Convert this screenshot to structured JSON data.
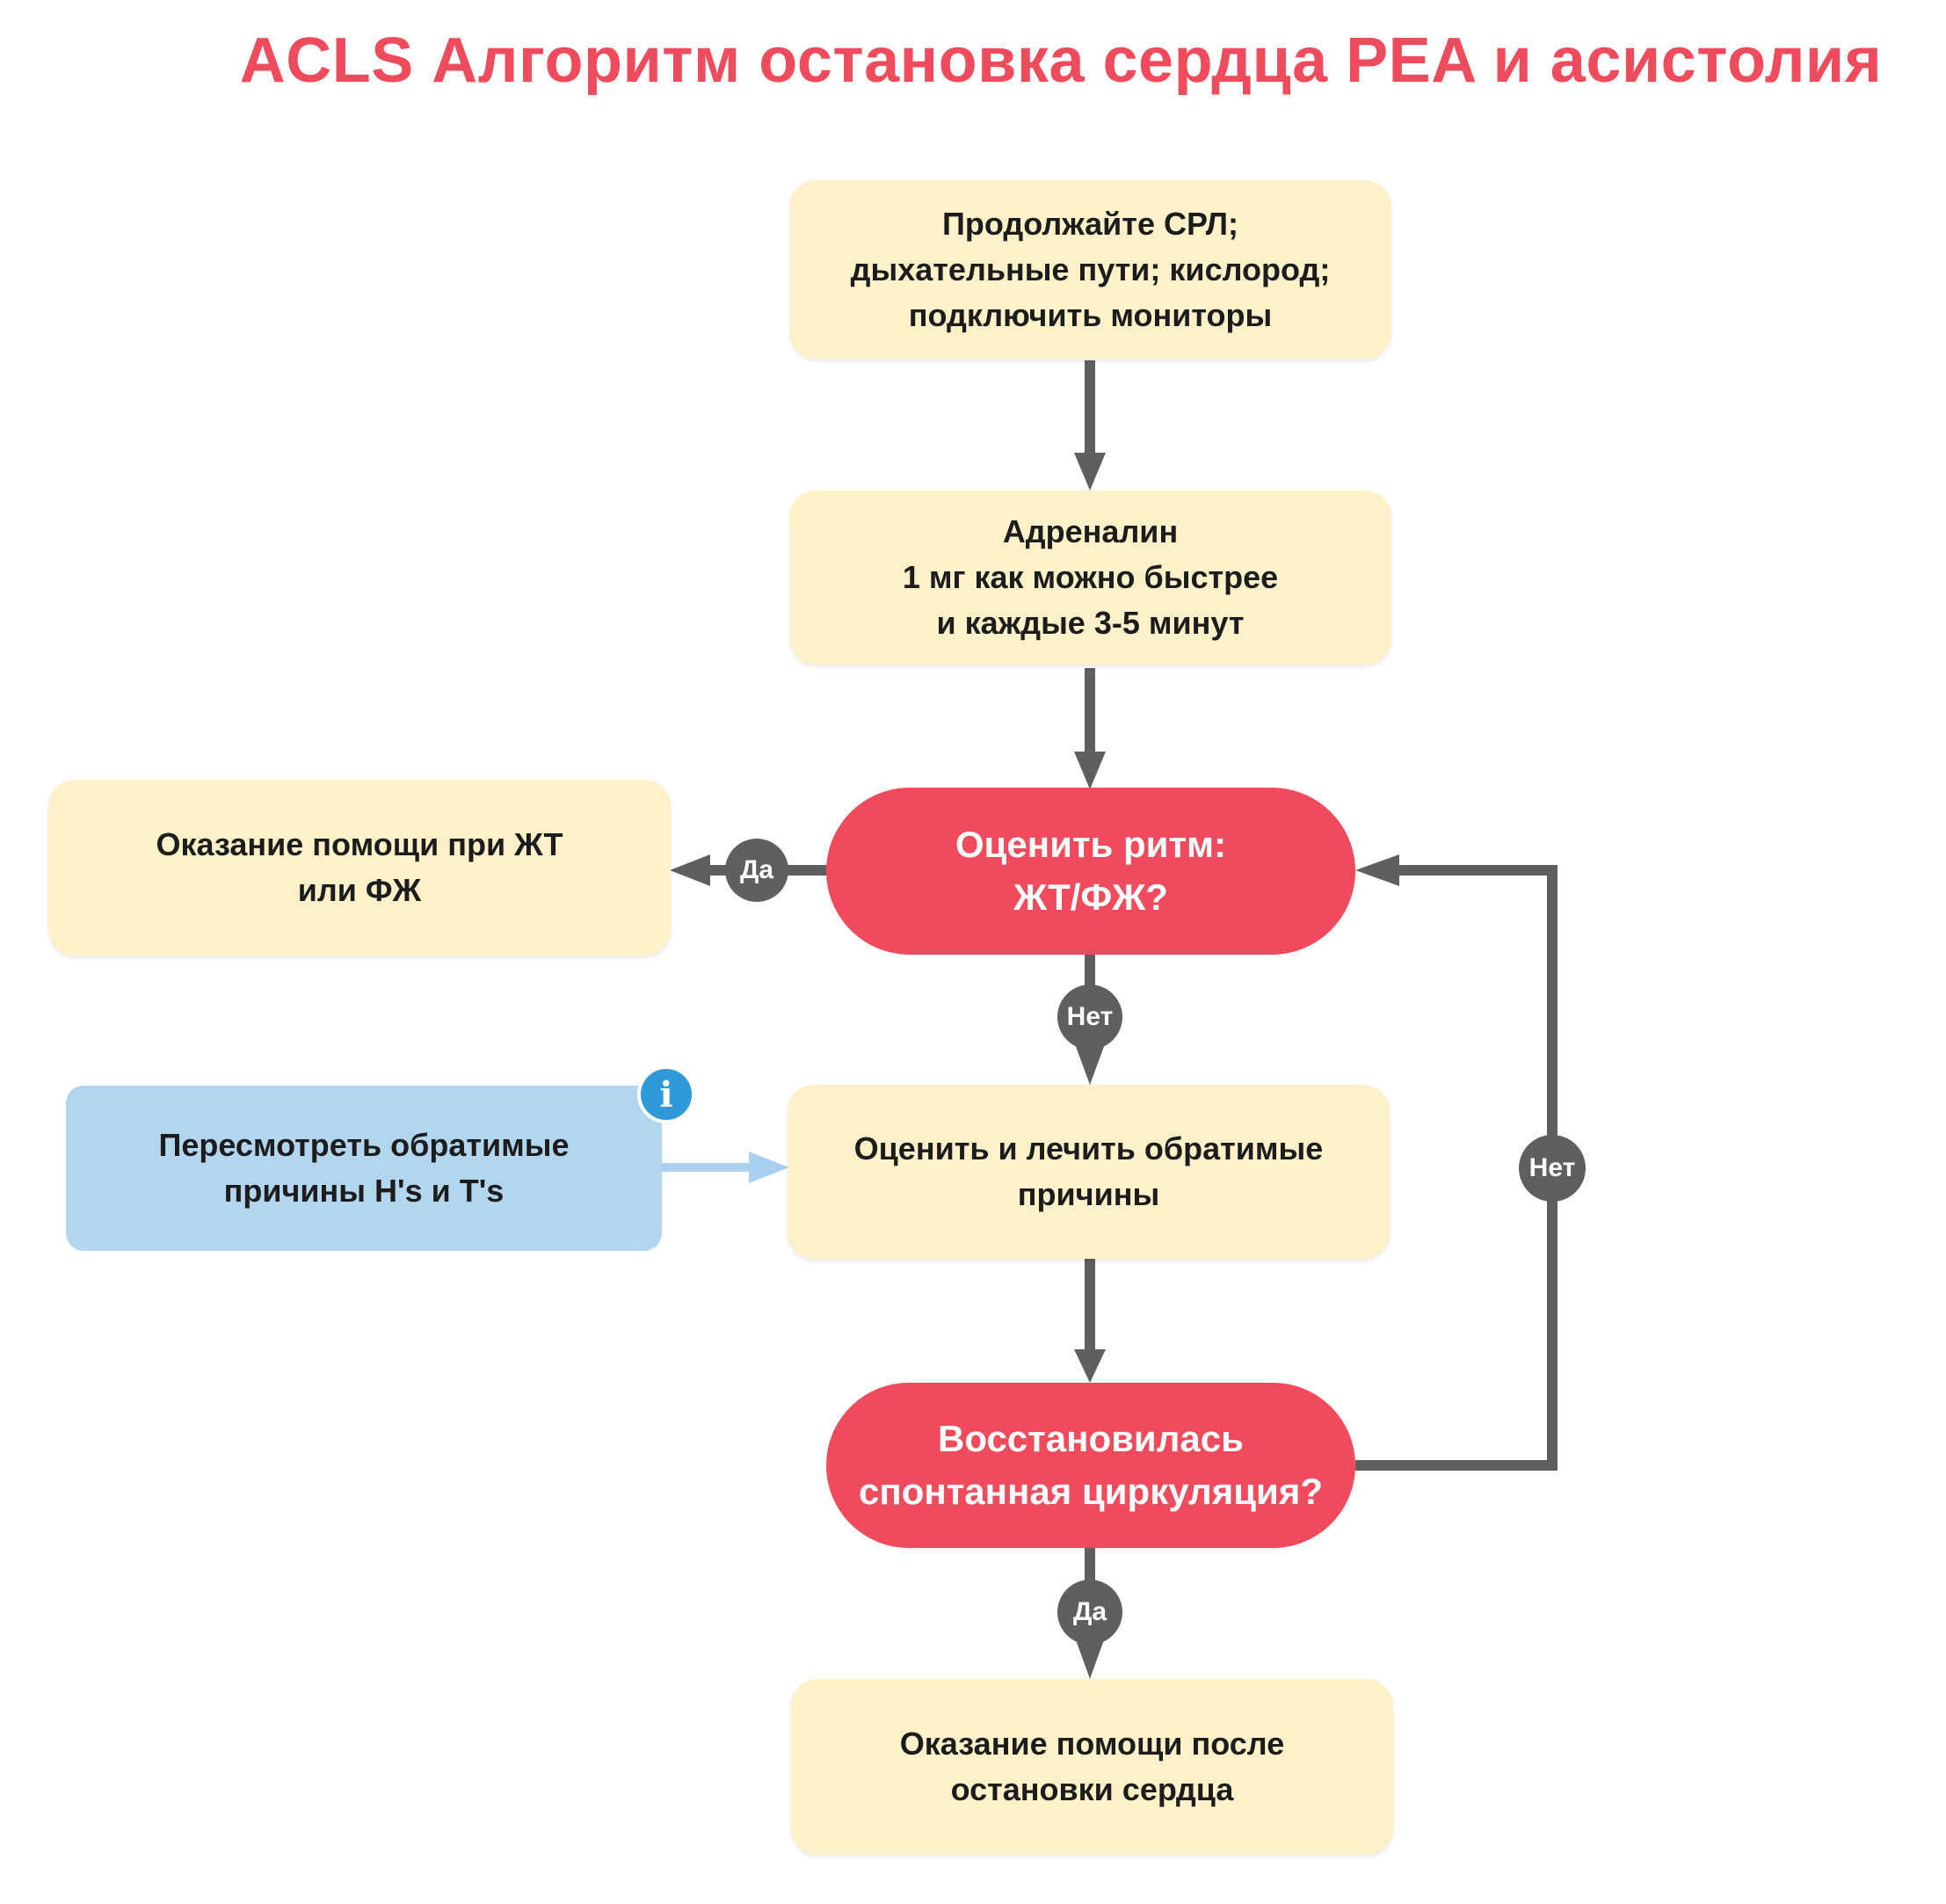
{
  "title": "ACLS Алгоритм остановка сердца PEA и асистолия",
  "nodes": {
    "continue_cpr": "Продолжайте СРЛ;\nдыхательные пути; кислород;\nподключить мониторы",
    "adrenaline": "Адреналин\n1 мг как можно быстрее\nи каждые 3-5 минут",
    "assess_rhythm": "Оценить ритм:\nЖТ/ФЖ?",
    "vt_vf_care": "Оказание помощи при ЖТ\nили ФЖ",
    "review_causes": "Пересмотреть обратимые\nпричины H's и T's",
    "treat_causes": "Оценить и лечить обратимые\nпричины",
    "rosc": "Восстановилась\nспонтанная циркуляция?",
    "post_arrest_care": "Оказание помощи после\nостановки сердца"
  },
  "labels": {
    "rhythm_yes": "Да",
    "rhythm_no": "Нет",
    "rosc_no": "Нет",
    "rosc_yes": "Да"
  },
  "icons": {
    "info": "info-icon"
  },
  "colors": {
    "title": "#ee4b5d",
    "action_box": "#fdf1c9",
    "decision": "#ef4b5c",
    "info_box": "#b2d6ef",
    "connector": "#5f5f5f",
    "info_arrow": "#a9d0ee",
    "info_icon": "#2e9ad8"
  }
}
